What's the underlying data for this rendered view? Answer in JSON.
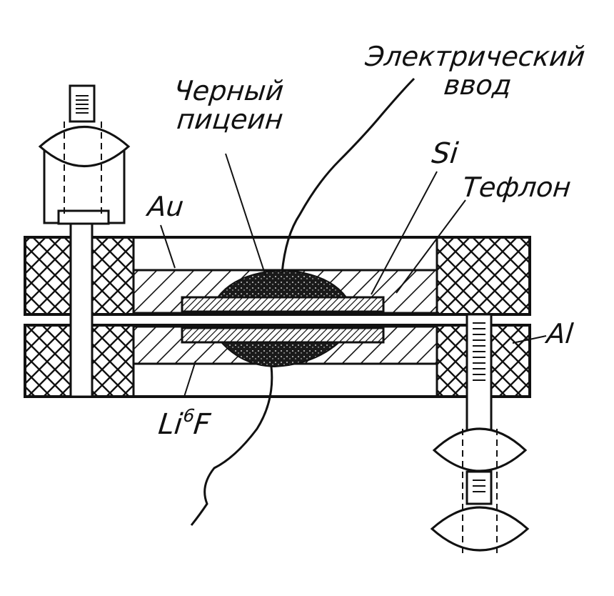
{
  "labels": {
    "electrical_lead": [
      "Электрический",
      "ввод"
    ],
    "black_picein": [
      "Черный",
      "пицеин"
    ],
    "si": "Si",
    "teflon": "Тефлон",
    "au": "Au",
    "al": "Al",
    "lif": {
      "base": "Li",
      "sup": "6",
      "tail": "F"
    }
  }
}
